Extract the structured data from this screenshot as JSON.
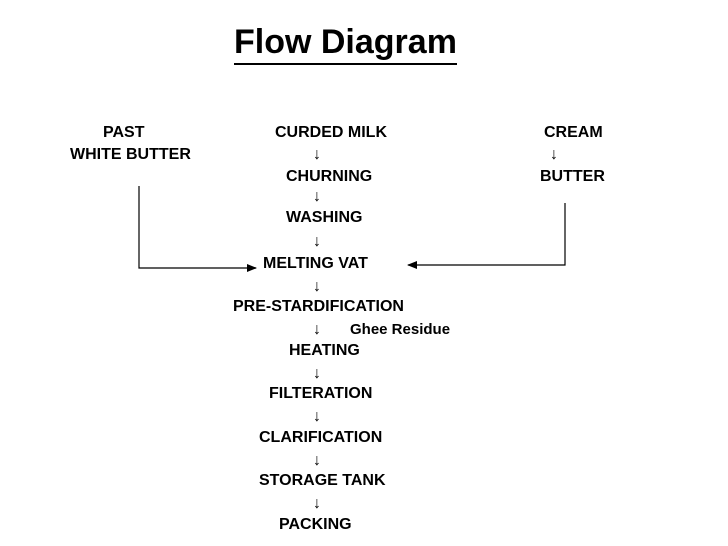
{
  "title": "Flow Diagram",
  "nodes": {
    "past": "PAST",
    "white_butter": "WHITE BUTTER",
    "curded_milk": "CURDED MILK",
    "cream": "CREAM",
    "churning": "CHURNING",
    "butter": "BUTTER",
    "washing": "WASHING",
    "melting_vat": "MELTING VAT",
    "pre_standardification": "PRE-STARDIFICATION",
    "ghee_residue": "Ghee Residue",
    "heating": "HEATING",
    "filtration": "FILTERATION",
    "clarification": "CLARIFICATION",
    "storage_tank": "STORAGE TANK",
    "packing": "PACKING"
  },
  "arrow_glyph": "↓"
}
